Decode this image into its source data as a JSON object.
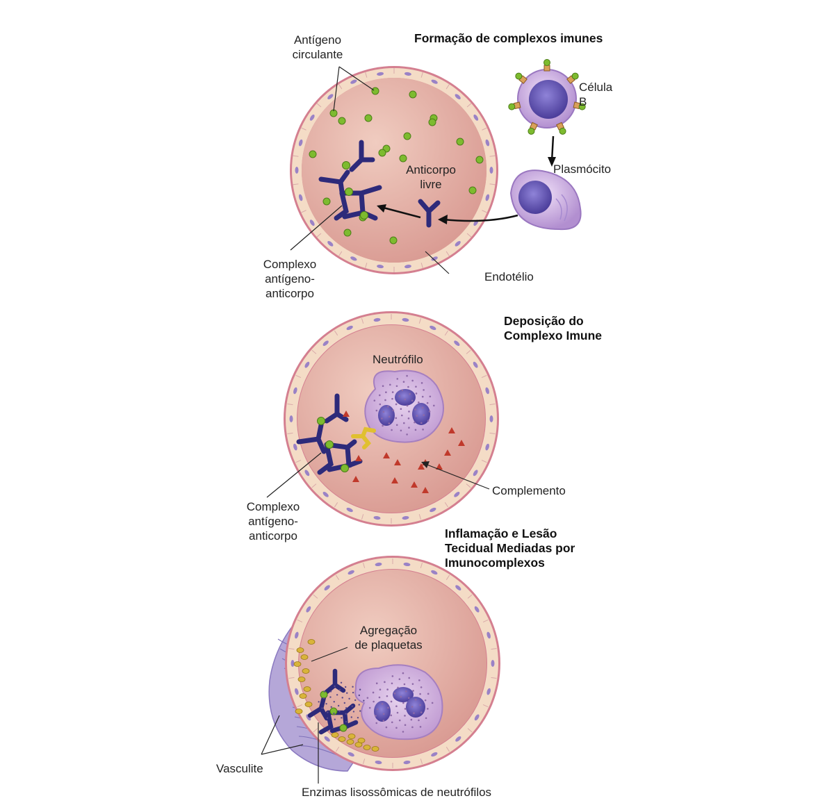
{
  "panel1": {
    "title": "Formação de complexos imunes",
    "antigen_label": "Antígeno\ncirculante",
    "bcell_label": "Célula\nB",
    "plasma_label": "Plasmócito",
    "free_antibody_label": "Anticorpo\nlivre",
    "complex_label": "Complexo\nantígeno-\nanticorpo",
    "endothelium_label": "Endotélio"
  },
  "panel2": {
    "title": "Deposição do\nComplexo Imune",
    "neutrophil_label": "Neutrófilo",
    "complement_label": "Complemento",
    "complex_label": "Complexo\nantígeno-\nanticorpo"
  },
  "panel3": {
    "title": "Inflamação e Lesão\nTecidual Mediadas por\nImunocomplexos",
    "platelet_label": "Agregação\nde plaquetas",
    "vasculitis_label": "Vasculite",
    "enzymes_label": "Enzimas lisossômicas de neutrófilos"
  },
  "colors": {
    "vessel_wall": "#d98a99",
    "lumen": "#e8b4a8",
    "endothelial_cell": "#f3dcc6",
    "antibody": "#2d2a7a",
    "antigen": "#7dbb2f",
    "complement": "#c0392b",
    "neutrophil": "#c8a4d6",
    "nucleus": "#6a5aaa",
    "platelet": "#d9b43a",
    "c1q": "#e0c030"
  }
}
